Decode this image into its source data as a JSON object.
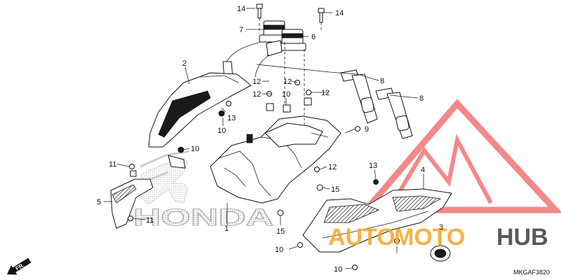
{
  "diagram": {
    "code": "MKGAF3820",
    "direction_label": "FR.",
    "watermark": {
      "brand_name": "HONDA",
      "brand_left": "AUTO",
      "brand_mid": "MOTO",
      "brand_right": "HUB",
      "brand_color_left": "#f5a623",
      "brand_color_right": "#3d3d3d",
      "logo_color": "#f26b6b"
    },
    "callouts": {
      "c1": "1",
      "c2": "2",
      "c3": "3",
      "c4": "4",
      "c5": "5",
      "c6": "6",
      "c7": "7",
      "c8a": "8",
      "c8b": "8",
      "c9": "9",
      "c10a": "10",
      "c10b": "10",
      "c10c": "10",
      "c10d": "10",
      "c11a": "11",
      "c11b": "11",
      "c12a": "12",
      "c12b": "12",
      "c12c": "12",
      "c12d": "12",
      "c12e": "12",
      "c13a": "13",
      "c13b": "13",
      "c14a": "14",
      "c14b": "14",
      "c15a": "15",
      "c15b": "15"
    }
  }
}
